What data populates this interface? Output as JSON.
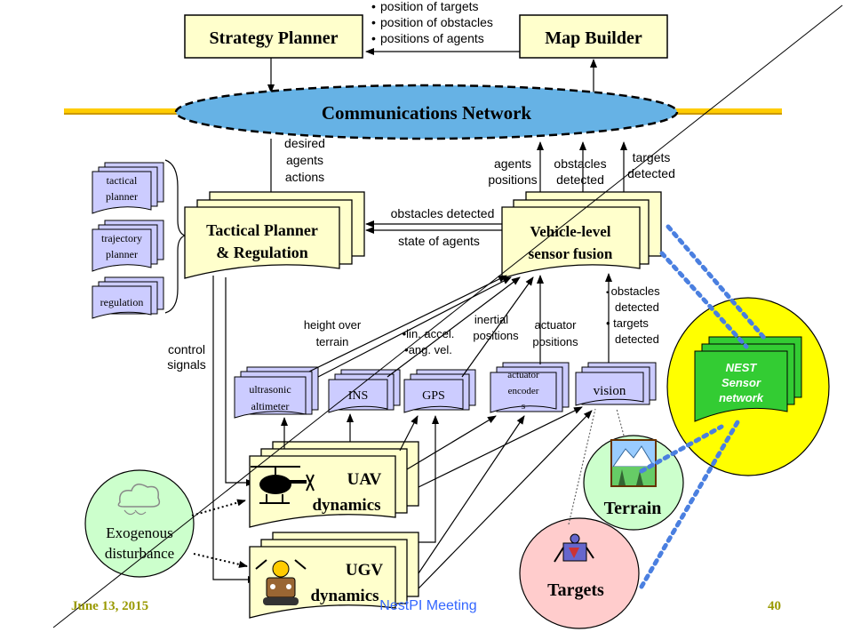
{
  "colors": {
    "box_fill": "#ffffcc",
    "stack_fill": "#ccccff",
    "network_fill": "#66b2e5",
    "nest_fill": "#33cc33",
    "nest_circle": "#ffff00",
    "exo_fill": "#ccffcc",
    "targets_fill": "#ffcccc",
    "rule_color": "#ffcc00",
    "dotted_blue": "#4a7fe0",
    "footer_color": "#999900",
    "meeting_color": "#3366ff"
  },
  "blocks": {
    "strategy_planner": "Strategy Planner",
    "map_builder": "Map Builder",
    "comm_network": "Communications Network",
    "tactical_planner": [
      "Tactical Planner",
      "& Regulation"
    ],
    "vehicle_fusion": [
      "Vehicle-level",
      "sensor fusion"
    ],
    "uav": [
      "UAV",
      "dynamics"
    ],
    "ugv": [
      "UGV",
      "dynamics"
    ],
    "nest": [
      "NEST",
      "Sensor",
      "network"
    ],
    "terrain": "Terrain",
    "targets": "Targets",
    "exogenous": [
      "Exogenous",
      "disturbance"
    ]
  },
  "side_stack": {
    "tactical": [
      "tactical",
      "planner"
    ],
    "trajectory": [
      "trajectory",
      "planner"
    ],
    "regulation": "regulation"
  },
  "sensors": {
    "ultrasonic": [
      "ultrasonic",
      "altimeter"
    ],
    "ins": "INS",
    "gps": "GPS",
    "actuator": [
      "actuator",
      "encoder",
      "s"
    ],
    "vision": "vision"
  },
  "labels": {
    "map_info": [
      "position of targets",
      "position of obstacles",
      "positions of agents"
    ],
    "desired": [
      "desired",
      "agents",
      "actions"
    ],
    "obstacles_detected": "obstacles detected",
    "state_of_agents": "state of agents",
    "agents_positions": [
      "agents",
      "positions"
    ],
    "obstacles_det": [
      "obstacles",
      "detected"
    ],
    "targets_det": [
      "targets",
      "detected"
    ],
    "height": [
      "height over",
      "terrain"
    ],
    "accel": [
      "lin. accel.",
      "ang. vel."
    ],
    "inertial": [
      "inertial",
      "positions"
    ],
    "actuator_pos": [
      "actuator",
      "positions"
    ],
    "vision_out": [
      "obstacles",
      "detected",
      "targets",
      "detected"
    ],
    "control": [
      "control",
      "signals"
    ]
  },
  "footer": {
    "date": "June 13, 2015",
    "meeting": "NestPI Meeting",
    "page": "40"
  }
}
